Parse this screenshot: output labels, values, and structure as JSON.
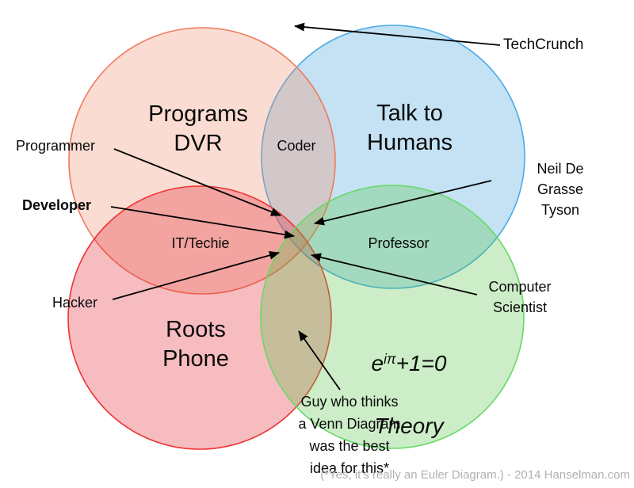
{
  "diagram": {
    "circles": [
      {
        "id": "programs-dvr",
        "label": "Programs\nDVR",
        "fill": "#f28b6b",
        "stroke": "#ee7b5c"
      },
      {
        "id": "talk-to-humans",
        "label": "Talk to\nHumans",
        "fill": "#3d9fd6",
        "stroke": "#4aabe8"
      },
      {
        "id": "roots-phone",
        "label": "Roots\nPhone",
        "fill": "#e02030",
        "stroke": "#ee3333"
      },
      {
        "id": "theory",
        "equation": {
          "base": "e",
          "sup": "iπ",
          "rest": "+1=0"
        },
        "label2": "Theory",
        "fill": "#55c545",
        "stroke": "#66d966"
      }
    ],
    "overlap_labels": [
      {
        "id": "coder",
        "label": "Coder"
      },
      {
        "id": "it-techie",
        "label": "IT/Techie"
      },
      {
        "id": "professor",
        "label": "Professor"
      }
    ],
    "callouts": [
      {
        "id": "techcrunch",
        "label": "TechCrunch"
      },
      {
        "id": "programmer",
        "label": "Programmer"
      },
      {
        "id": "developer",
        "label": "Developer"
      },
      {
        "id": "hacker",
        "label": "Hacker"
      },
      {
        "id": "neil",
        "label": "Neil De Grasse\nTyson"
      },
      {
        "id": "computer-scientist",
        "label": "Computer\nScientist"
      },
      {
        "id": "venn-guy",
        "label": "Guy who thinks\na Venn Diagram\nwas the best\nidea for this*"
      }
    ],
    "footer": "(*Yes, it's really an Euler Diagram.) - 2014 Hanselman.com",
    "arrow_color": "#000000"
  }
}
